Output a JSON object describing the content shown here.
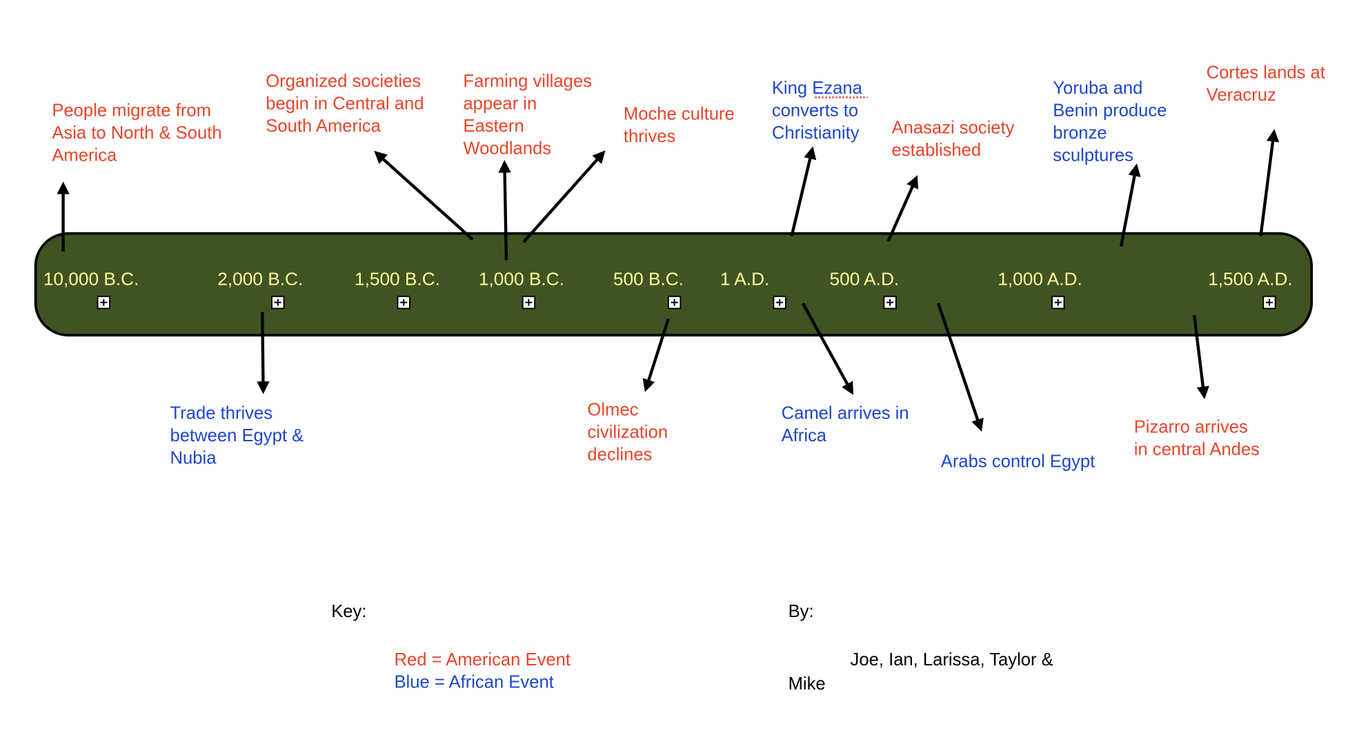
{
  "colors": {
    "american": "#e8452b",
    "african": "#1d47cc",
    "bar": "#405423",
    "tick_text": "#fdf79b"
  },
  "ticks": [
    "10,000 B.C.",
    "2,000 B.C.",
    "1,500 B.C.",
    "1,000 B.C.",
    "500 B.C.",
    "1 A.D.",
    "500 A.D.",
    "1,000 A.D.",
    "1,500 A.D."
  ],
  "events": {
    "migrate": [
      "People migrate from",
      "Asia to North & South",
      "America"
    ],
    "organized": [
      "Organized societies",
      "begin in Central and",
      "South America"
    ],
    "farming": [
      "Farming villages",
      "appear in",
      "Eastern",
      "Woodlands"
    ],
    "moche": [
      "Moche culture",
      "thrives"
    ],
    "ezana": [
      "King Ezana",
      "converts to",
      "Christianity"
    ],
    "anasazi": [
      "Anasazi society",
      "established"
    ],
    "yoruba": [
      "Yoruba and",
      "Benin produce",
      "bronze",
      "sculptures"
    ],
    "cortes": [
      "Cortes lands at",
      "Veracruz"
    ],
    "trade": [
      "Trade thrives",
      "between Egypt &",
      "Nubia"
    ],
    "olmec": [
      "Olmec",
      "civilization",
      "declines"
    ],
    "camel": [
      "Camel arrives in",
      "Africa"
    ],
    "arabs": [
      "Arabs control Egypt"
    ],
    "pizarro": [
      "Pizarro arrives",
      "in central Andes"
    ]
  },
  "key": {
    "title": "Key:",
    "red": "Red = American Event",
    "blue": "Blue = African Event"
  },
  "by": {
    "title": "By:",
    "line1": "Joe, Ian, Larissa, Taylor &",
    "line2": "Mike"
  }
}
